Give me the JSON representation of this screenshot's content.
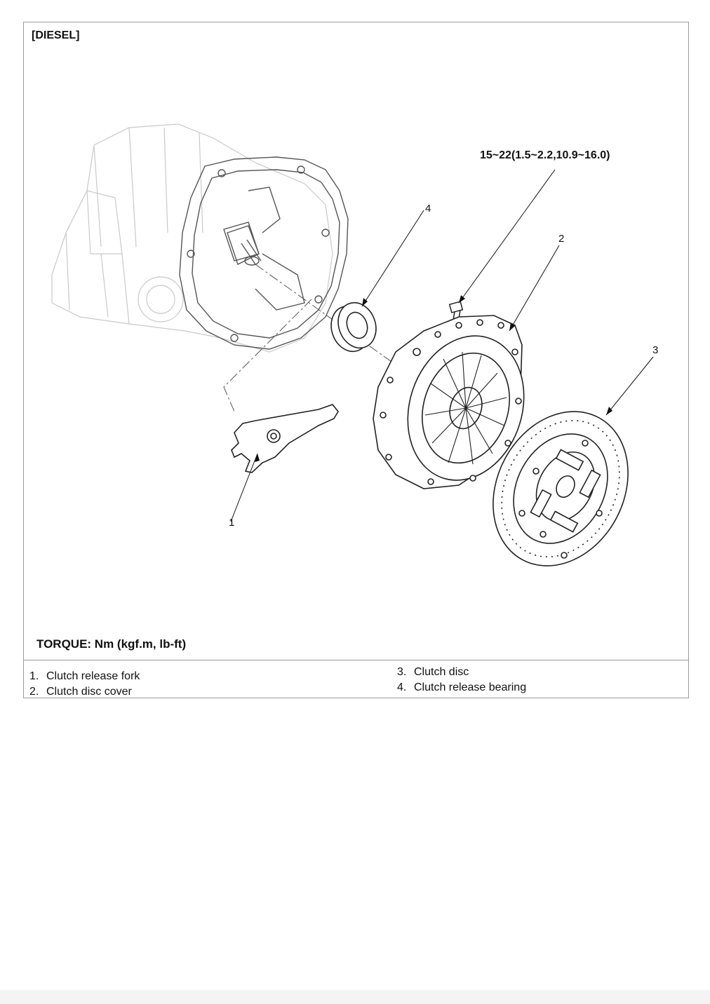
{
  "figure": {
    "variant_label": "[DIESEL]",
    "torque_label": "TORQUE: Nm (kgf.m, lb-ft)",
    "bolt_torque_spec": "15~22(1.5~2.2,10.9~16.0)",
    "callouts": [
      "1",
      "2",
      "3",
      "4"
    ]
  },
  "legend": {
    "left": [
      {
        "num": "1.",
        "label": "Clutch release fork"
      },
      {
        "num": "2.",
        "label": "Clutch disc cover"
      }
    ],
    "right": [
      {
        "num": "3.",
        "label": "Clutch disc"
      },
      {
        "num": "4.",
        "label": "Clutch release bearing"
      }
    ]
  },
  "components": [
    {
      "name": "transaxle-housing-icon"
    },
    {
      "name": "clutch-release-fork-icon"
    },
    {
      "name": "clutch-release-bearing-icon"
    },
    {
      "name": "clutch-disc-cover-icon"
    },
    {
      "name": "clutch-disc-icon"
    },
    {
      "name": "cover-bolt-icon"
    }
  ]
}
